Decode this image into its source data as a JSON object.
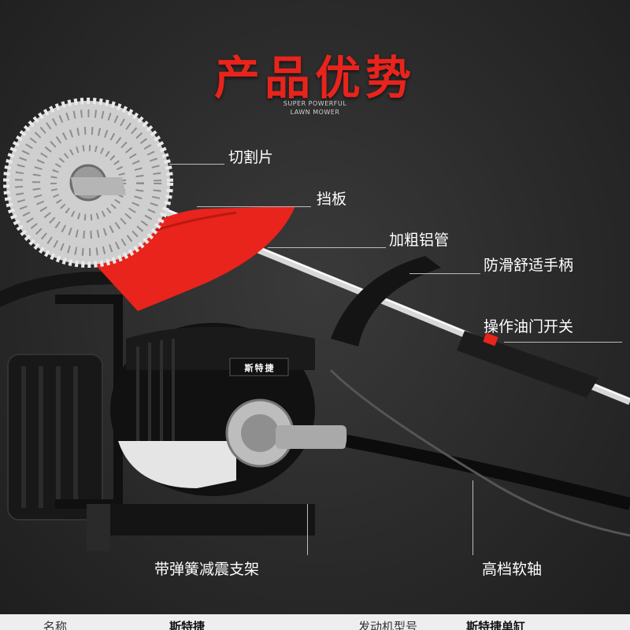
{
  "header": {
    "title": "产品优势",
    "subtitle_line1": "SUPER POWERFUL",
    "subtitle_line2": "LAWN MOWER"
  },
  "brand_badge": "斯特捷",
  "callouts": {
    "blade": "切割片",
    "guard": "挡板",
    "tube": "加粗铝管",
    "handle": "防滑舒适手柄",
    "throttle": "操作油门开关",
    "frame": "带弹簧减震支架",
    "shaft": "高档软轴"
  },
  "spec_bar": {
    "name_label": "名称",
    "name_value": "斯特捷",
    "engine_label": "发动机型号",
    "engine_value": "斯特捷单缸"
  },
  "colors": {
    "accent_red": "#e8241c",
    "background": "#2a2a2a"
  }
}
